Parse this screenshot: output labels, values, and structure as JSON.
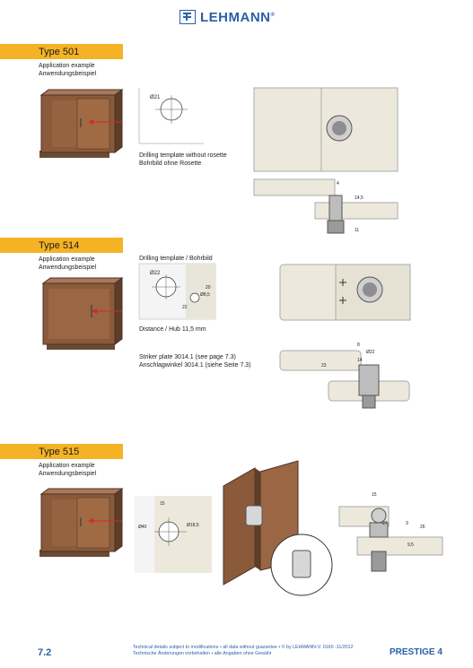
{
  "header": {
    "brand": "LEHMANN",
    "registered_mark": "®"
  },
  "sections": [
    {
      "type_label": "Type 501",
      "app_en": "Application example",
      "app_de": "Anwendungsbeispiel",
      "template_label_en": "Drilling template without rosette",
      "template_label_de": "Bohrbild ohne Rosette",
      "dims": {
        "hole": "Ø21",
        "d1": "4",
        "d2": "14,5",
        "d3": "11"
      }
    },
    {
      "type_label": "Type 514",
      "app_en": "Application example",
      "app_de": "Anwendungsbeispiel",
      "template_label": "Drilling template / Bohrbild",
      "distance_label": "Distance / Hub 11,5 mm",
      "striker_en": "Striker plate 3014.1 (see page 7.3)",
      "striker_de": "Anschlagwinkel 3014.1 (siehe Seite 7.3)",
      "dims": {
        "hole": "Ø22",
        "small_hole": "Ø8,5",
        "h": "20",
        "w": "22",
        "d8": "8",
        "d22": "Ø22",
        "d14": "14",
        "d23": "23"
      }
    },
    {
      "type_label": "Type 515",
      "app_en": "Application example",
      "app_de": "Anwendungsbeispiel",
      "dims": {
        "top": "15",
        "left": "Ø40",
        "hole": "Ø18,5",
        "w15": "15",
        "w27": "27",
        "h3": "3",
        "h26": "26",
        "h95": "9,5"
      }
    }
  ],
  "footer": {
    "page_number": "7.2",
    "note_en": "Technical details subject to modifications • all data without guarantee • © by LEHMANN-V. 0160 -11/2012",
    "note_de": "Technische Änderungen vorbehalten • alle Angaben ohne Gewähr",
    "brand": "PRESTIGE 4"
  },
  "colors": {
    "accent_bar": "#f4b325",
    "brand_blue": "#2b5fa8",
    "wood": "#8a5a3b",
    "panel": "#ece9dc"
  }
}
